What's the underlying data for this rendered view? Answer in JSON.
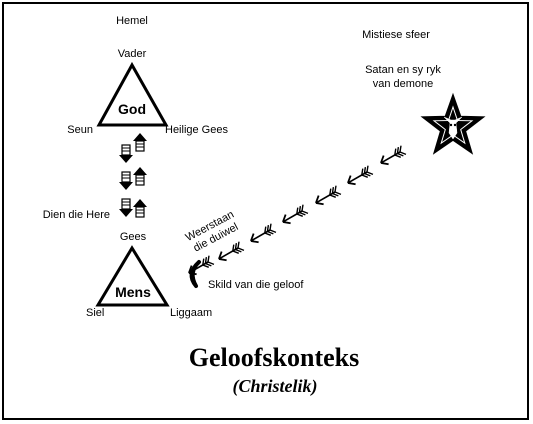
{
  "labels": {
    "heaven": "Hemel",
    "father": "Vader",
    "god": "God",
    "son": "Seun",
    "holy_spirit": "Heilige Gees",
    "serve_lord": "Dien die Here",
    "spirit": "Gees",
    "human": "Mens",
    "soul": "Siel",
    "body": "Liggaam",
    "mystic_sphere": "Mistiese sfeer",
    "satan_line1": "Satan en sy ryk",
    "satan_line2": "van demone",
    "resist_line1": "Weerstaan",
    "resist_line2": "die duiwel",
    "shield": "Skild van die geloof"
  },
  "title": "Geloofskonteks",
  "subtitle": "(Christelik)"
}
